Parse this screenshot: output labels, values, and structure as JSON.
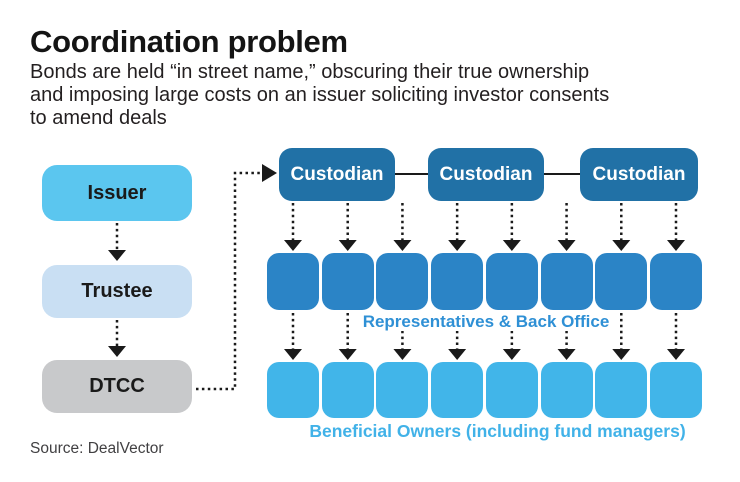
{
  "header": {
    "title": "Coordination problem",
    "subtitle_lines": [
      "Bonds are held “in street name,” obscuring their true ownership",
      "and imposing large costs on an issuer soliciting investor consents",
      "to amend deals"
    ]
  },
  "diagram": {
    "left_chain": [
      {
        "label": "Issuer"
      },
      {
        "label": "Trustee"
      },
      {
        "label": "DTCC"
      }
    ],
    "custodians": [
      {
        "label": "Custodian"
      },
      {
        "label": "Custodian"
      },
      {
        "label": "Custodian"
      }
    ],
    "representatives": {
      "count": 8,
      "label": "Representatives & Back Office"
    },
    "beneficial_owners": {
      "count": 8,
      "label": "Beneficial Owners (including fund managers)"
    }
  },
  "footer": {
    "source": "Source: DealVector"
  },
  "colors": {
    "issuer_box": "#5BC6EF",
    "trustee_box": "#C9DFF3",
    "dtcc_box": "#C8C9CB",
    "custodian_box": "#2171A6",
    "representative_box": "#2B84C6",
    "beneficial_box": "#41B5E9",
    "representatives_label_text": "#2F90D5",
    "beneficial_label_text": "#41B2E8",
    "arrow": "#1A1A1A",
    "title_text": "#141414"
  }
}
